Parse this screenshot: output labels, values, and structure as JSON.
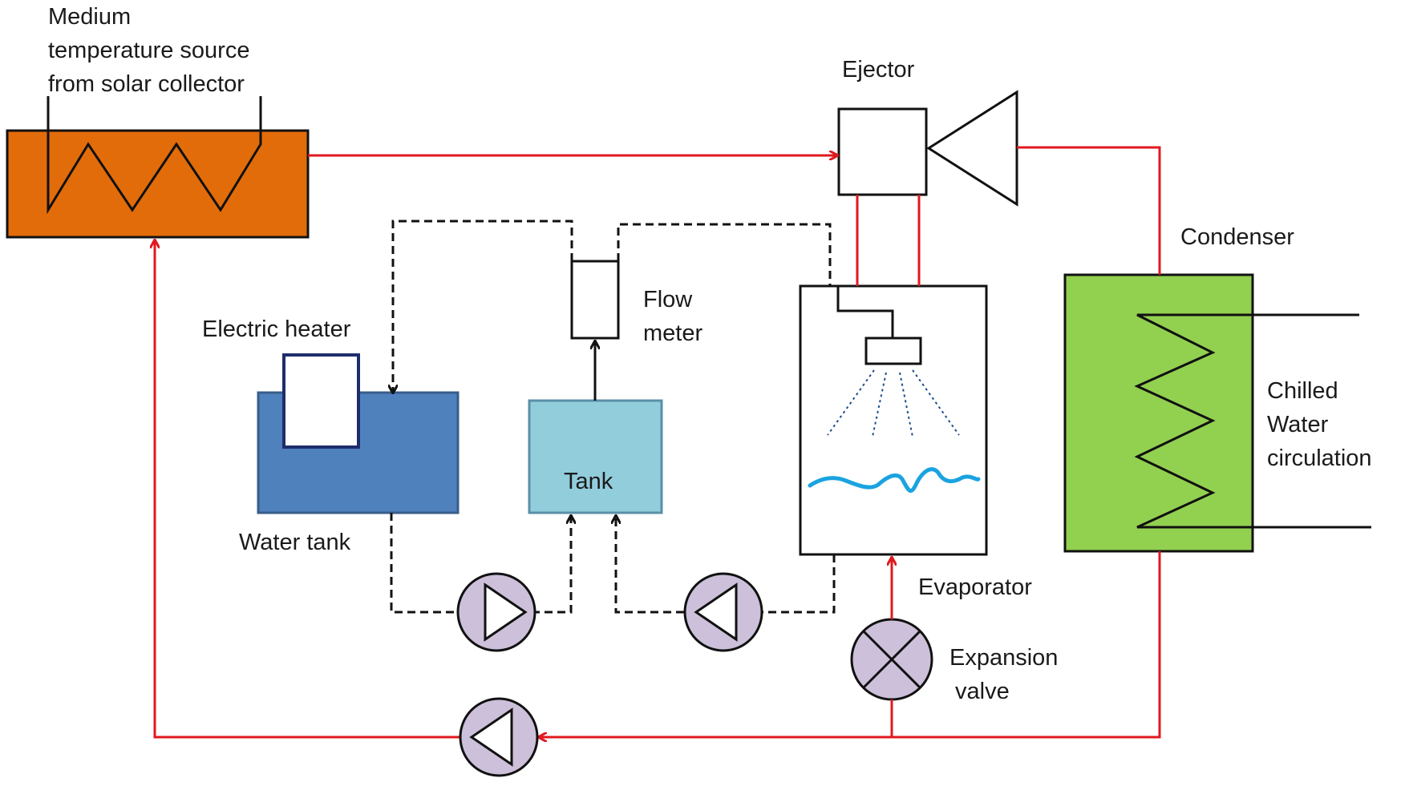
{
  "labels": {
    "source_line1": "Medium",
    "source_line2": "temperature source",
    "source_line3": "from solar collector",
    "ejector": "Ejector",
    "condenser": "Condenser",
    "flow_meter_line1": "Flow",
    "flow_meter_line2": "meter",
    "electric_heater": "Electric heater",
    "tank": "Tank",
    "water_tank": "Water tank",
    "chilled_line1": "Chilled",
    "chilled_line2": "Water",
    "chilled_line3": "circulation",
    "evaporator": "Evaporator",
    "expansion_line1": "Expansion",
    "expansion_line2": "valve"
  },
  "colors": {
    "refrigerant_line": "#e0191f",
    "generator_fill": "#e36c0a",
    "condenser_fill": "#92d050",
    "water_tank_fill": "#4f81bd",
    "tank_fill": "#92cddc",
    "pump_fill": "#ccc0da",
    "spray_color": "#1f4e8c",
    "water_surface": "#1aa3e0"
  }
}
